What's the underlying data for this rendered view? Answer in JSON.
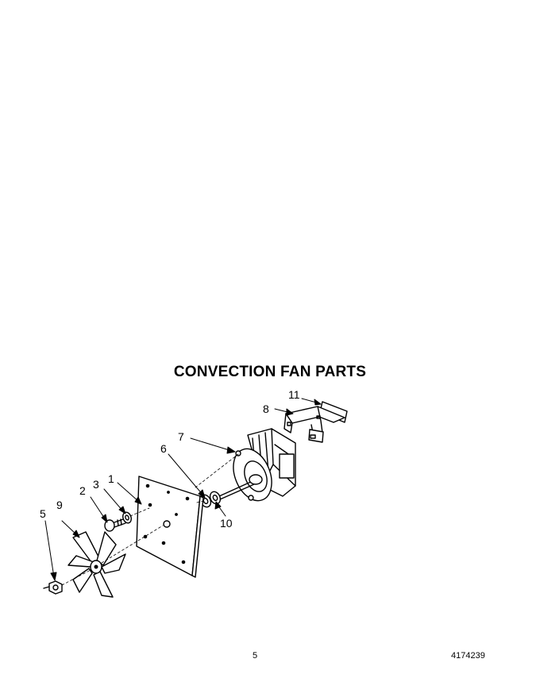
{
  "page": {
    "title": "CONVECTION FAN PARTS",
    "page_number": "5",
    "document_number": "4174239"
  },
  "callouts": [
    "1",
    "2",
    "3",
    "5",
    "6",
    "7",
    "8",
    "9",
    "10",
    "11"
  ]
}
